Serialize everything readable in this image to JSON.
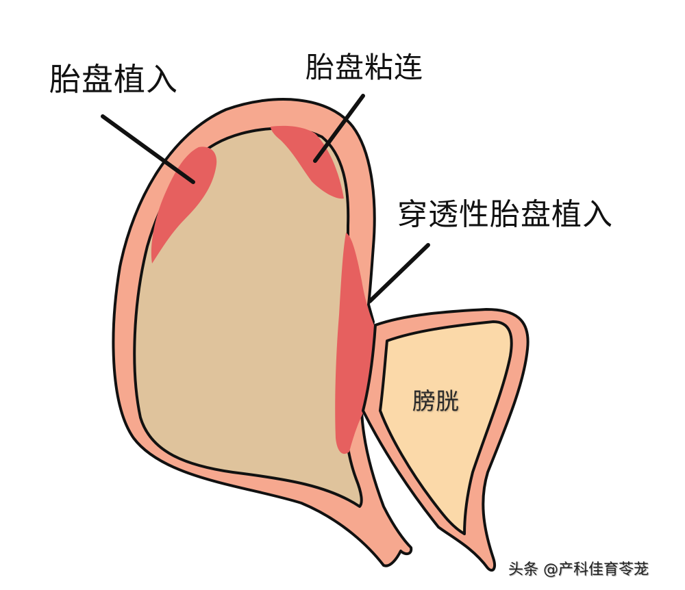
{
  "diagram": {
    "subject": "placenta accreta spectrum — uterus and bladder cross-section",
    "labels": {
      "placenta_accreta": "胎盘植入",
      "placenta_adherent": "胎盘粘连",
      "placenta_percreta": "穿透性胎盘植入",
      "bladder": "膀胱"
    },
    "watermark": "头条 @产科佳育苓茏",
    "colors": {
      "uterine_wall": "#f6a88f",
      "uterine_cavity": "#dfc39c",
      "placenta_invasion": "#e6605f",
      "bladder_fill": "#fbd9a9",
      "outline": "#111111",
      "background": "#ffffff"
    }
  }
}
